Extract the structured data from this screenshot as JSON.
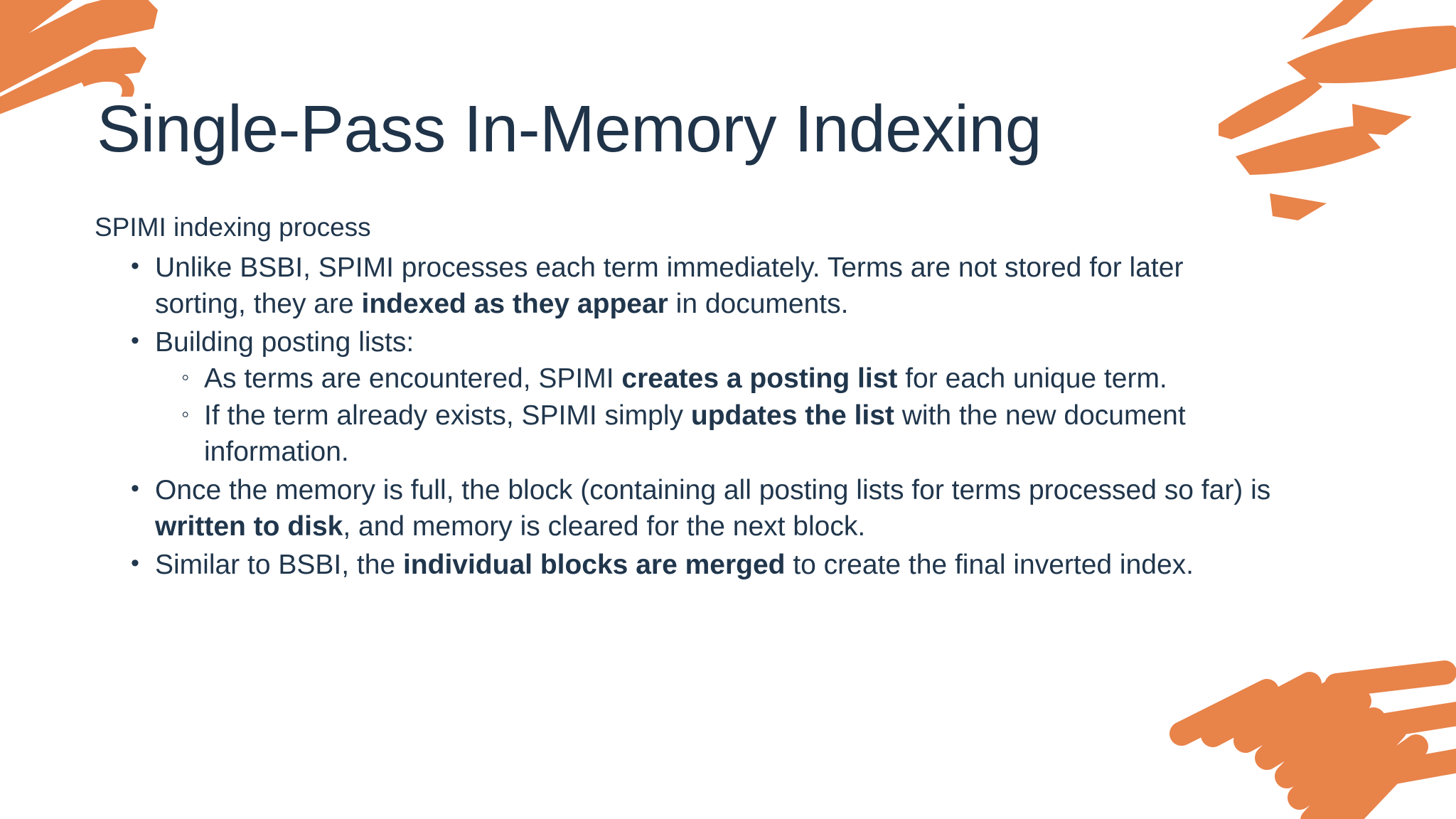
{
  "slide": {
    "title": "Single-Pass In-Memory Indexing",
    "lead": "SPIMI indexing process",
    "bullets": [
      {
        "level": 1,
        "segments": [
          {
            "text": "Unlike BSBI, SPIMI processes each term immediately. Terms are not stored for later sorting, they are ",
            "bold": false
          },
          {
            "text": "indexed as they appear",
            "bold": true
          },
          {
            "text": " in documents.",
            "bold": false
          }
        ]
      },
      {
        "level": 1,
        "segments": [
          {
            "text": "Building posting lists:",
            "bold": false
          }
        ],
        "children": [
          {
            "level": 2,
            "segments": [
              {
                "text": "As terms are encountered, SPIMI ",
                "bold": false
              },
              {
                "text": "creates a posting list",
                "bold": true
              },
              {
                "text": " for each unique term.",
                "bold": false
              }
            ]
          },
          {
            "level": 2,
            "segments": [
              {
                "text": "If the term already exists, SPIMI simply ",
                "bold": false
              },
              {
                "text": "updates the list",
                "bold": true
              },
              {
                "text": " with the new document information.",
                "bold": false
              }
            ]
          }
        ]
      },
      {
        "level": 1,
        "segments": [
          {
            "text": "Once the memory is full, the block (containing all posting lists for terms processed so far) is ",
            "bold": false
          },
          {
            "text": "written to disk",
            "bold": true
          },
          {
            "text": ", and memory is cleared for the next block.",
            "bold": false
          }
        ]
      },
      {
        "level": 1,
        "segments": [
          {
            "text": "Similar to BSBI, the ",
            "bold": false
          },
          {
            "text": "individual blocks are merged",
            "bold": true
          },
          {
            "text": " to create the final inverted index.",
            "bold": false
          }
        ]
      }
    ]
  },
  "theme": {
    "accent_color": "#E8834A",
    "text_color": "#20364C",
    "title_color": "#1F3349",
    "background_color": "#FFFFFF"
  },
  "decorations": [
    {
      "name": "brush-stroke-top-left",
      "color": "#E8834A"
    },
    {
      "name": "brush-stroke-top-right",
      "color": "#E8834A"
    },
    {
      "name": "brush-stroke-bottom-right",
      "color": "#E8834A"
    }
  ]
}
